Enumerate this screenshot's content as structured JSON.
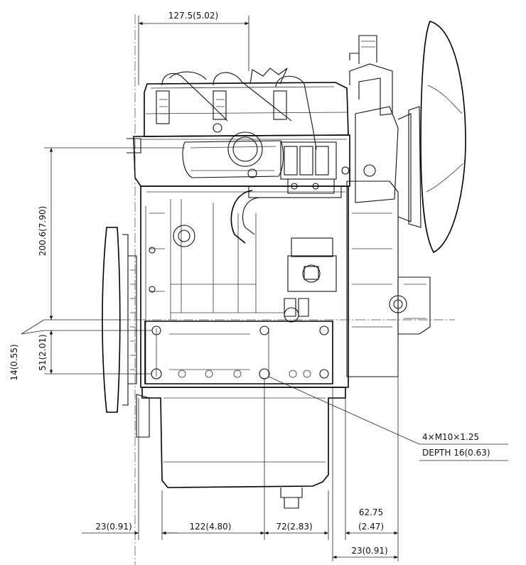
{
  "dimensions": {
    "top_width": "127.5(5.02)",
    "vertical_height": "200.6(7.90)",
    "left_small": "14(0.55)",
    "left_mid": "51(2.01)",
    "bottom_a": "23(0.91)",
    "bottom_b": "122(4.80)",
    "bottom_c": "72(2.83)",
    "bottom_d_line1": "62.75",
    "bottom_d_line2": "(2.47)",
    "bottom_e": "23(0.91)"
  },
  "callout": {
    "thread": "4×M10×1.25",
    "depth": "DEPTH  16(0.63)"
  }
}
